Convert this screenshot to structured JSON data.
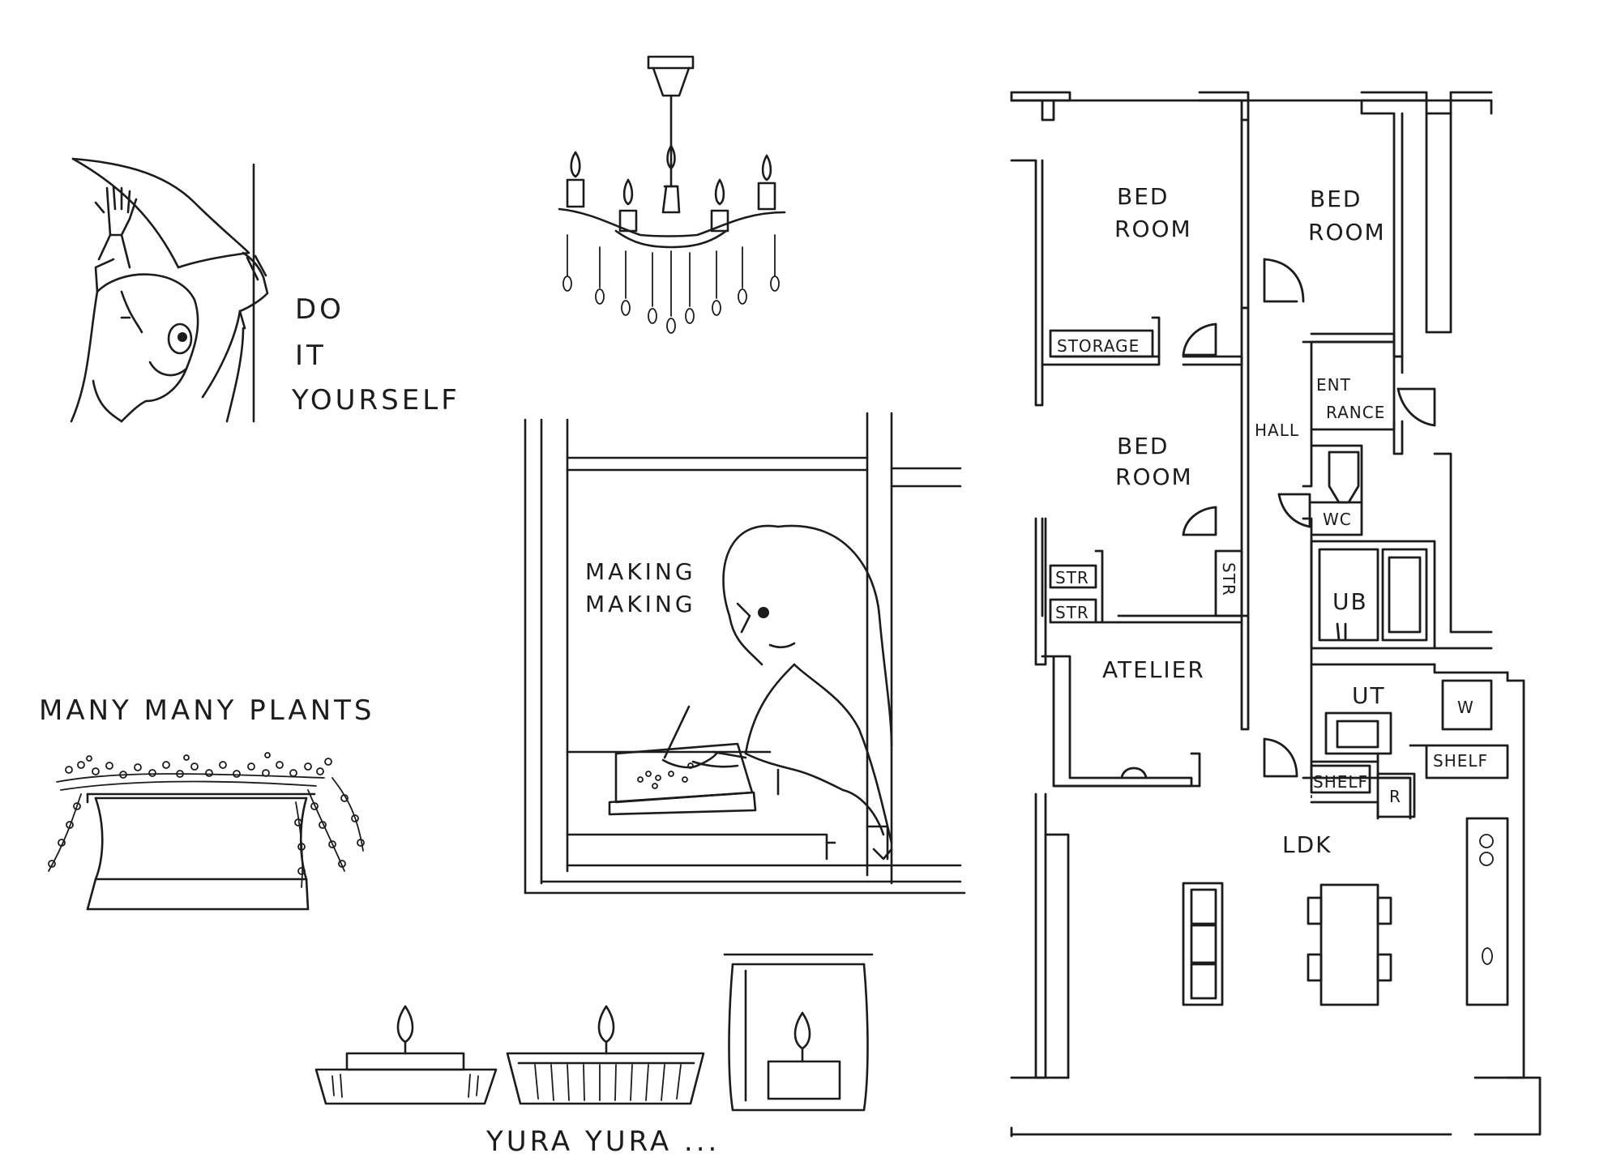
{
  "captions": {
    "diy_line1": "DO",
    "diy_line2": "IT",
    "diy_line3": "YOURSELF",
    "making_line1": "MAKING",
    "making_line2": "MAKING",
    "plants": "MANY MANY PLANTS",
    "candles": "YURA YURA ..."
  },
  "floorplan": {
    "bedroom_a_line1": "BED",
    "bedroom_a_line2": "ROOM",
    "bedroom_b_line1": "BED",
    "bedroom_b_line2": "ROOM",
    "bedroom_c_line1": "BED",
    "bedroom_c_line2": "ROOM",
    "storage": "STORAGE",
    "entrance_line1": "ENT",
    "entrance_line2": "RANCE",
    "hall": "HALL",
    "wc": "WC",
    "str_1": "STR",
    "str_2": "STR",
    "str_vertical": "STR",
    "ub": "UB",
    "atelier": "ATELIER",
    "ut": "UT",
    "w": "W",
    "shelf_right": "SHELF",
    "shelf_left": "SHELF",
    "r": "R",
    "ldk": "LDK"
  }
}
